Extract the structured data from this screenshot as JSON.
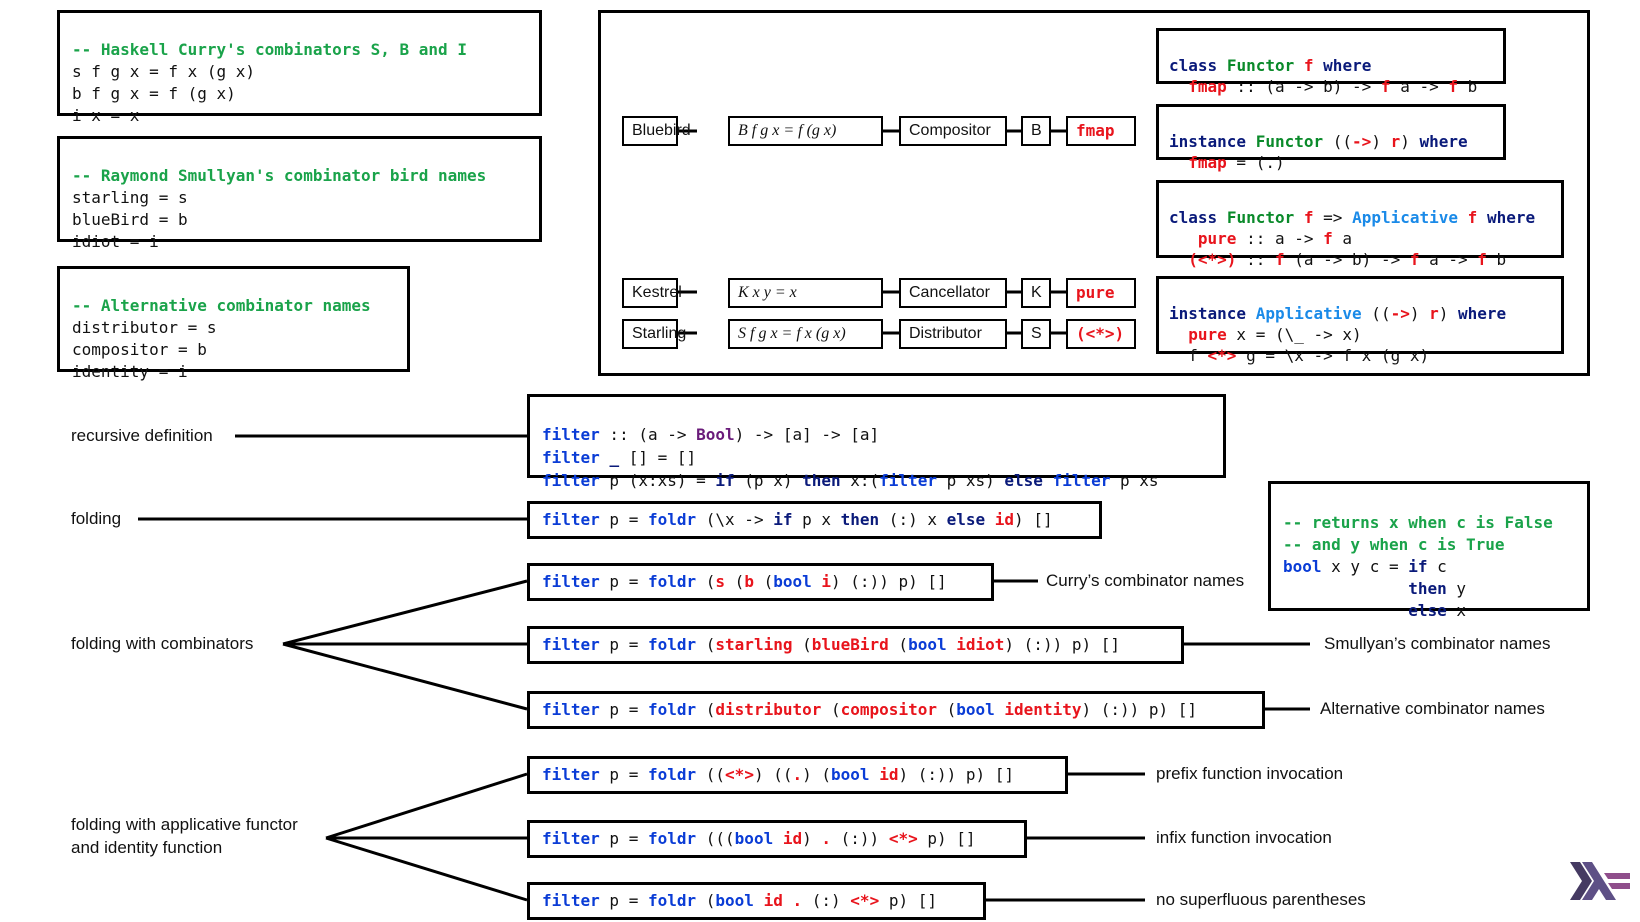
{
  "curry_box": {
    "comment": "-- Haskell Curry's combinators S, B and I",
    "lines": [
      "s f g x = f x (g x)",
      "b f g x = f (g x)",
      "i x = x"
    ]
  },
  "smullyan_box": {
    "comment": "-- Raymond Smullyan's combinator bird names",
    "lines": [
      "starling = s",
      "blueBird = b",
      "idiot = i"
    ]
  },
  "alt_box": {
    "comment": "-- Alternative combinator names",
    "lines": [
      "distributor = s",
      "compositor = b",
      "identity = i"
    ]
  },
  "table": {
    "bluebird": {
      "bird": "Bluebird",
      "def": "B f g x = f (g x)",
      "name": "Compositor",
      "letter": "B",
      "fn": "fmap"
    },
    "kestrel": {
      "bird": "Kestrel",
      "def": "K x y = x",
      "name": "Cancellator",
      "letter": "K",
      "fn": "pure"
    },
    "starling": {
      "bird": "Starling",
      "def": "S f g x = f x (g x)",
      "name": "Distributor",
      "letter": "S",
      "fn": "(<*>)"
    }
  },
  "class_functor": {
    "kw1": "class",
    "cls": "Functor",
    "var": "f",
    "kw2": "where",
    "l2a": "fmap",
    "l2b": " :: (a -> b) -> ",
    "l2c": "f",
    "l2d": " a -> ",
    "l2e": "f",
    "l2f": " b"
  },
  "inst_functor": {
    "kw1": "instance",
    "cls": "Functor",
    "p1": " ((",
    "arrow": "->",
    "p2": ") ",
    "r": "r",
    "p3": ") ",
    "kw2": "where",
    "l2a": "fmap",
    "l2b": " = (.)"
  },
  "class_applicative": {
    "kw1": "class",
    "cls": "Functor",
    "var": "f",
    "arrow": " => ",
    "cls2": "Applicative",
    "var2": "f",
    "kw2": "where",
    "l2a": "pure",
    "l2b": " :: a -> ",
    "l2c": "f",
    "l2d": " a",
    "l3a": "(<*>)",
    "l3b": " :: ",
    "l3c": "f",
    "l3d": " (a -> b) -> ",
    "l3e": "f",
    "l3f": " a -> ",
    "l3g": "f",
    "l3h": " b"
  },
  "inst_applicative": {
    "kw1": "instance",
    "cls": "Applicative",
    "p1": " ((",
    "arrow": "->",
    "p2": ") ",
    "r": "r",
    "p3": ") ",
    "kw2": "where",
    "l2a": "pure",
    "l2b": " x = (\\_ -> x)",
    "l3a": "f ",
    "l3b": "<*>",
    "l3c": " g = \\x -> f x (g x)"
  },
  "bool_box": {
    "c1": "-- returns x when c is False",
    "c2": "-- and y when c is True",
    "l1a": "bool",
    "l1b": " x y c = ",
    "l1c": "if",
    "l1d": " c",
    "l2a": "then",
    "l2b": " y",
    "l3a": "else",
    "l3b": " x"
  },
  "labels": {
    "recursive": "recursive definition",
    "folding": "folding",
    "combinators": "folding with combinators",
    "applicative1": "folding with applicative functor",
    "applicative2": "and identity function",
    "curry_names": "Curry’s combinator names",
    "smullyan_names": "Smullyan’s combinator names",
    "alt_names": "Alternative combinator names",
    "prefix": "prefix function invocation",
    "infix": "infix function invocation",
    "noparen": "no superfluous parentheses"
  },
  "filter_rec": {
    "l1a": "filter",
    "l1b": " :: (a -> ",
    "l1c": "Bool",
    "l1d": ") -> [a] -> [a]",
    "l2a": "filter",
    "l2b": " ",
    "l2c": "_",
    "l2d": " [] = []",
    "l3a": "filter",
    "l3b": " p (x:xs) = ",
    "l3c": "if",
    "l3d": " (p x) ",
    "l3e": "then",
    "l3f": " x:(",
    "l3g": "filter",
    "l3h": " p xs) ",
    "l3i": "else",
    "l3j": " ",
    "l3k": "filter",
    "l3l": " p xs"
  },
  "filter_fold": {
    "a": "filter",
    "b": " p = ",
    "c": "foldr",
    "d": " (\\x -> ",
    "e": "if",
    "f": " p x ",
    "g": "then",
    "h": " (:) x ",
    "i": "else",
    "j": " ",
    "k": "id",
    "l": ") []"
  },
  "filter_curry": {
    "a": "filter",
    "b": " p = ",
    "c": "foldr",
    "d": " (",
    "e": "s",
    "f": " (",
    "g": "b",
    "h": " (",
    "i": "bool",
    "j": " ",
    "k": "i",
    "l": ") (:)) p) []"
  },
  "filter_smullyan": {
    "a": "filter",
    "b": " p = ",
    "c": "foldr",
    "d": " (",
    "e": "starling",
    "f": " (",
    "g": "blueBird",
    "h": " (",
    "i": "bool",
    "j": " ",
    "k": "idiot",
    "l": ") (:)) p) []"
  },
  "filter_alt": {
    "a": "filter",
    "b": " p = ",
    "c": "foldr",
    "d": " (",
    "e": "distributor",
    "f": " (",
    "g": "compositor",
    "h": " (",
    "i": "bool",
    "j": " ",
    "k": "identity",
    "l": ") (:)) p) []"
  },
  "filter_prefix": {
    "a": "filter",
    "b": " p = ",
    "c": "foldr",
    "d": " ((",
    "e": "<*>",
    "f": ") ((",
    "g": ".",
    "h": ") (",
    "i": "bool",
    "j": " ",
    "k": "id",
    "l": ") (:)) p) []"
  },
  "filter_infix": {
    "a": "filter",
    "b": " p = ",
    "c": "foldr",
    "d": " (((",
    "e": "bool",
    "f": " ",
    "g": "id",
    "h": ") ",
    "i": ".",
    "j": " (:)) ",
    "k": "<*>",
    "l": " p) []"
  },
  "filter_noparen": {
    "a": "filter",
    "b": " p = ",
    "c": "foldr",
    "d": " (",
    "e": "bool",
    "f": " ",
    "g": "id",
    "h": " ",
    "i": ".",
    "j": " (:) ",
    "k": "<*>",
    "l": " p) []"
  },
  "colors": {
    "comment": "#1aa34a",
    "keyword": "#0a1a7a",
    "function": "#0a3cd6",
    "highlight": "#e8141c",
    "haskell_logo": "#5e5086"
  }
}
